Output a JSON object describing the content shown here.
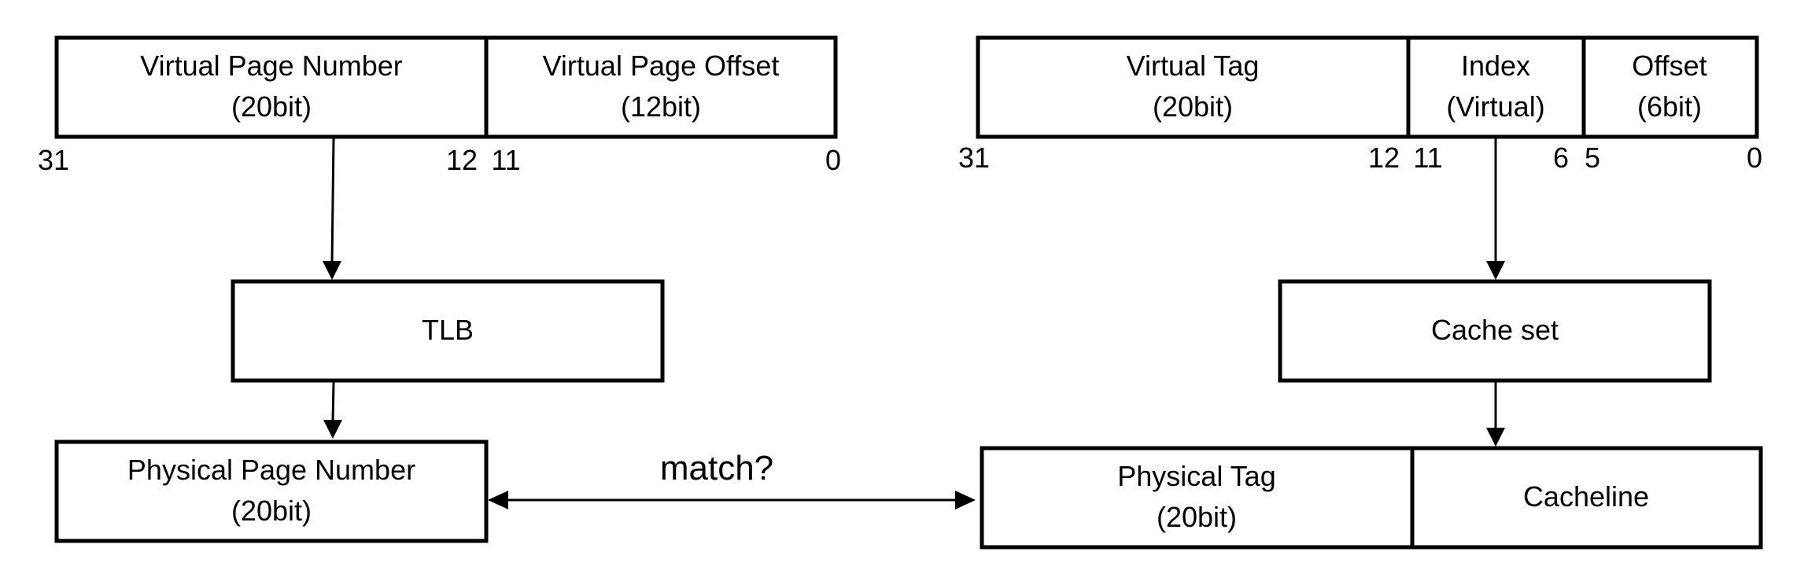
{
  "virtual_address": {
    "vpn": {
      "line1": "Virtual Page Number",
      "line2": "(20bit)"
    },
    "vpo": {
      "line1": "Virtual Page Offset",
      "line2": "(12bit)"
    },
    "bits": {
      "high": "31",
      "vpn_low": "12",
      "vpo_high": "11",
      "low": "0"
    }
  },
  "tlb": {
    "label": "TLB"
  },
  "physical_page": {
    "line1": "Physical Page Number",
    "line2": "(20bit)"
  },
  "cache_address": {
    "tag": {
      "line1": "Virtual Tag",
      "line2": "(20bit)"
    },
    "index": {
      "line1": "Index",
      "line2": "(Virtual)"
    },
    "offset": {
      "line1": "Offset",
      "line2": "(6bit)"
    },
    "bits": {
      "high": "31",
      "tag_low": "12",
      "index_high": "11",
      "index_low": "6",
      "offset_high": "5",
      "low": "0"
    }
  },
  "cache_set": {
    "label": "Cache set"
  },
  "cache_entry": {
    "tag": {
      "line1": "Physical Tag",
      "line2": "(20bit)"
    },
    "line": {
      "label": "Cacheline"
    }
  },
  "match": {
    "label": "match?"
  }
}
